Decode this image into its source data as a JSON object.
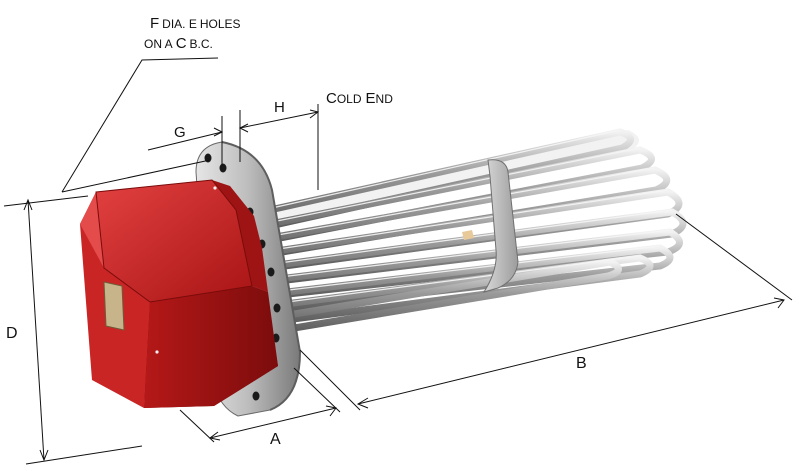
{
  "labels": {
    "f_prefix": "F",
    "f_rest": "DIA. E",
    "holes": "HOLES",
    "on_a": "ON A",
    "c_letter": "C",
    "bc": "B.C.",
    "g": "G",
    "h": "H",
    "cold_c": "C",
    "cold_rest": "OLD",
    "cold_e": "E",
    "cold_end_rest": "ND",
    "d": "D",
    "a": "A",
    "b": "B"
  },
  "colors": {
    "terminal_box": "#c41e1e",
    "terminal_box_dark": "#8e1010",
    "terminal_box_light": "#e23a3a",
    "flange": "#b9b9b9",
    "tubes": "#a8a8a8",
    "dimension_lines": "#111111"
  }
}
